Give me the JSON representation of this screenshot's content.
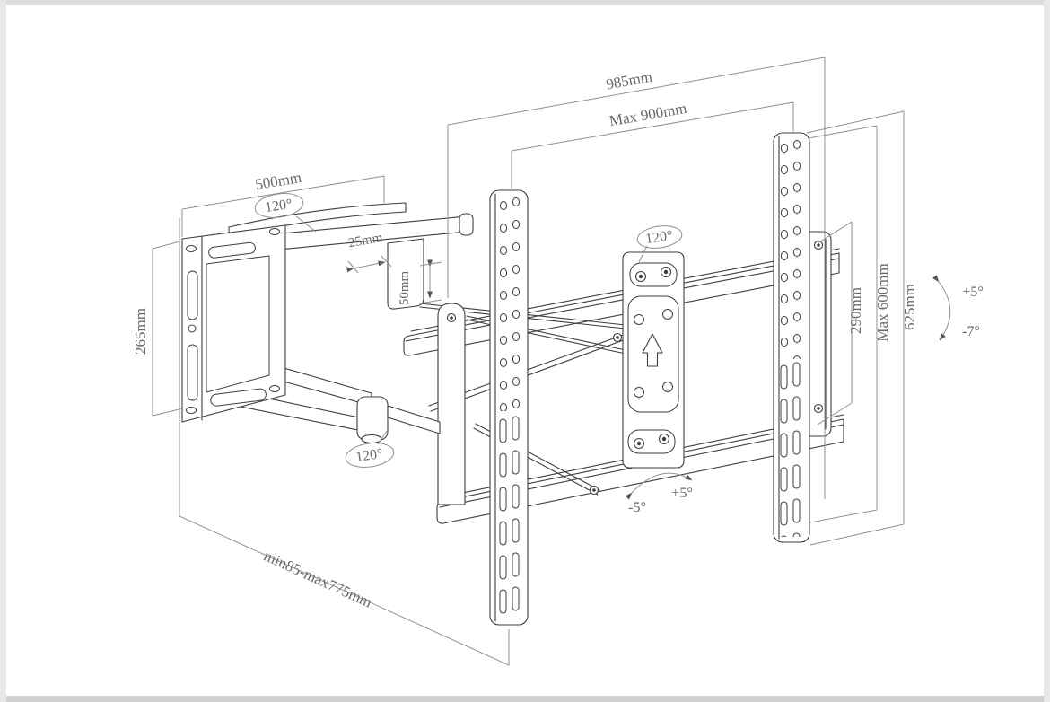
{
  "diagram": {
    "description": "Full-motion articulating TV wall mount technical dimension drawing",
    "colors": {
      "part_line": "#3d3d3d",
      "dimension_line": "#8f9193",
      "label_text": "#67696c",
      "background": "#ffffff",
      "edge_strip": "#d9dadd"
    },
    "labels": {
      "total_width": "985mm",
      "max_width": "Max 900mm",
      "wall_plate_width": "500mm",
      "arm_step": "25mm",
      "arm_drop": "50mm",
      "wall_plate_height": "265mm",
      "extension_range": "min85-max775mm",
      "bracket_height": "290mm",
      "max_height": "Max 600mm",
      "rail_height": "625mm",
      "swivel_top": "120°",
      "swivel_center": "120°",
      "swivel_bottom": "120°",
      "tilt_up": "+5°",
      "tilt_down": "-7°",
      "pan_left": "-5°",
      "pan_right": "+5°"
    }
  }
}
